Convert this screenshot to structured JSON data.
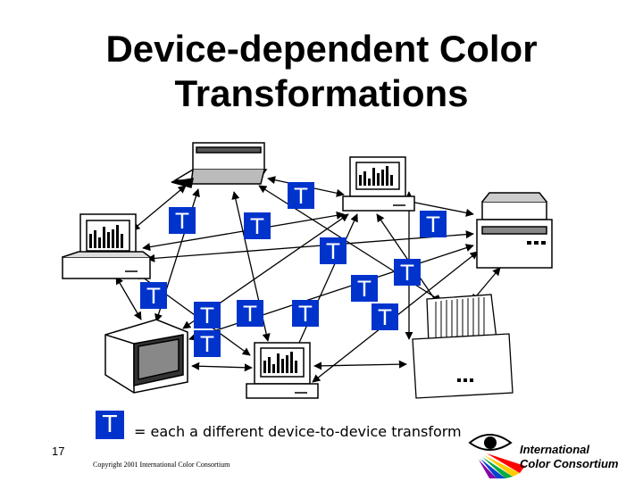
{
  "title_line1": "Device-dependent Color",
  "title_line2": "Transformations",
  "transform_symbol": "T",
  "legend_text": "= each a different device-to-device transform",
  "slide_number": "17",
  "copyright": "Copyright 2001 International Color Consortium",
  "logo": {
    "line1": "International",
    "line2": "Color Consortium",
    "icon": "eye-rainbow-icon"
  },
  "colors": {
    "transform_box": "#0033cc",
    "arrow": "#000000"
  },
  "icons": [
    "scanner-icon",
    "monitor-icon",
    "printer-icon",
    "desktop-monitor-icon",
    "film-scanner-icon",
    "line-printer-icon"
  ]
}
